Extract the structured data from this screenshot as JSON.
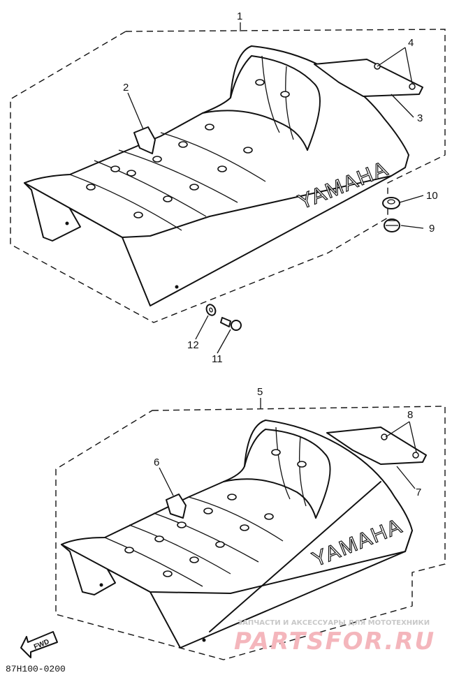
{
  "diagram": {
    "part_numbers": {
      "p1": "1",
      "p2": "2",
      "p3": "3",
      "p4": "4",
      "p5": "5",
      "p6": "6",
      "p7": "7",
      "p8": "8",
      "p9": "9",
      "p10": "10",
      "p11": "11",
      "p12": "12"
    },
    "brand_upper": "YAMAHA",
    "brand_lower": "YAMAHA",
    "fwd_label": "FWD",
    "drawing_code": "87H100-0200"
  },
  "watermark": {
    "subtitle": "ЗАПЧАСТИ И АКСЕССУАРЫ ДЛЯ МОТОТЕХНИКИ",
    "site": "PARTSFOR.RU",
    "color": "#f4b6bc"
  }
}
